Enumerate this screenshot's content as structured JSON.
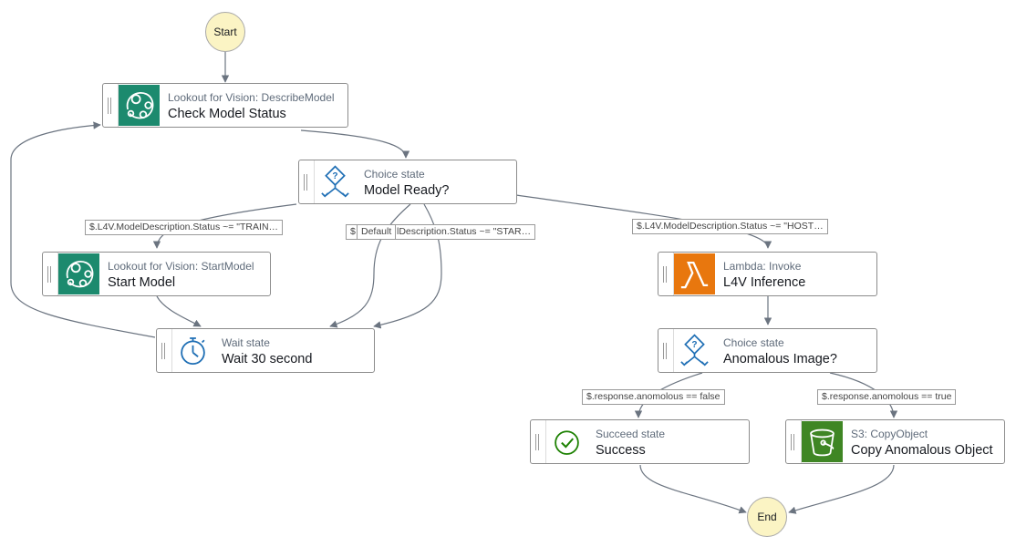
{
  "diagram": {
    "start_label": "Start",
    "end_label": "End",
    "states": {
      "check_model_status": {
        "service": "Lookout for Vision: DescribeModel",
        "title": "Check Model Status",
        "icon": "lookout-for-vision-icon"
      },
      "model_ready": {
        "service": "Choice state",
        "title": "Model Ready?",
        "icon": "choice-icon"
      },
      "start_model": {
        "service": "Lookout for Vision: StartModel",
        "title": "Start Model",
        "icon": "lookout-for-vision-icon"
      },
      "wait": {
        "service": "Wait state",
        "title": "Wait 30 second",
        "icon": "stopwatch-icon"
      },
      "l4v_inference": {
        "service": "Lambda: Invoke",
        "title": "L4V Inference",
        "icon": "lambda-icon"
      },
      "anomalous_image": {
        "service": "Choice state",
        "title": "Anomalous Image?",
        "icon": "choice-icon"
      },
      "success": {
        "service": "Succeed state",
        "title": "Success",
        "icon": "check-circle-icon"
      },
      "copy_object": {
        "service": "S3: CopyObject",
        "title": "Copy Anomalous Object",
        "icon": "s3-bucket-icon"
      }
    },
    "edge_labels": {
      "training": "$.L4V.ModelDescription.Status ~= \"TRAIN…",
      "starting_prefix": "$",
      "default": "Default",
      "starting": "lDescription.Status ~= \"STAR…",
      "hosted": "$.L4V.ModelDescription.Status ~= \"HOST…",
      "anomalous_false": "$.response.anomolous == false",
      "anomalous_true": "$.response.anomolous == true"
    },
    "colors": {
      "lookout_green": "#1c8a6e",
      "lambda_orange": "#e8770e",
      "s3_green": "#3f8624",
      "choice_blue": "#1f6fb5",
      "terminal_fill": "#fbf4c4",
      "edge_gray": "#6b7480"
    }
  }
}
